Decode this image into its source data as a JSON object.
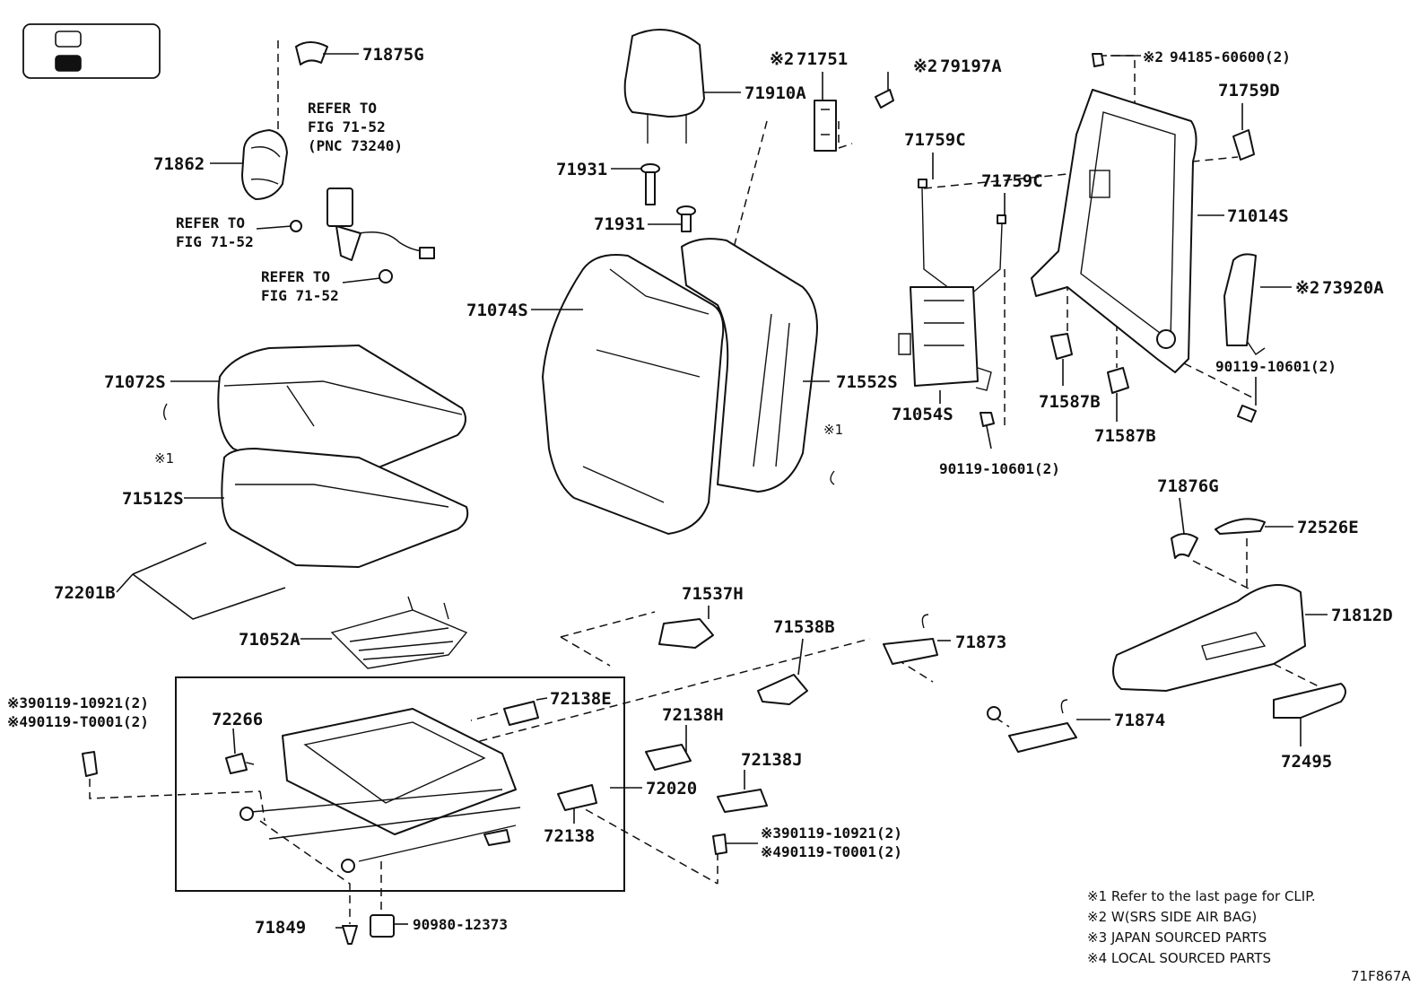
{
  "legend_box": {
    "marks": [
      "",
      ""
    ]
  },
  "labels": {
    "p71875G": "71875G",
    "p71862": "71862",
    "p71910A": "71910A",
    "p71751": "71751",
    "p71751_mark": "※2",
    "p79197A": "79197A",
    "p79197A_mark": "※2",
    "p94185": "94185-60600(2)",
    "p94185_mark": "※2",
    "p71759D": "71759D",
    "p71931a": "71931",
    "p71931b": "71931",
    "p71759Ca": "71759C",
    "p71759Cb": "71759C",
    "p71014S": "71014S",
    "p73920A": "73920A",
    "p73920A_mark": "※2",
    "p71074S": "71074S",
    "p71072S": "71072S",
    "p71552S": "71552S",
    "p90119_10601a": "90119-10601(2)",
    "p71054S": "71054S",
    "p71587Ba": "71587B",
    "p71587Bb": "71587B",
    "p90119_10601b": "90119-10601(2)",
    "p71512S": "71512S",
    "p71876G": "71876G",
    "p72526E": "72526E",
    "p72201B": "72201B",
    "p71537H": "71537H",
    "p71538B": "71538B",
    "p71873": "71873",
    "p71812D": "71812D",
    "p71052A": "71052A",
    "p72138E": "72138E",
    "p72266": "72266",
    "p72138H": "72138H",
    "p71874": "71874",
    "p72138J": "72138J",
    "p72020": "72020",
    "p72495": "72495",
    "p72138": "72138",
    "p71849": "71849",
    "p90980": "90980-12373",
    "star1_left": "※1",
    "star1_right": "※1",
    "left_bolt_1": "※390119-10921(2)",
    "left_bolt_2": "※490119-T0001(2)",
    "mid_bolt_1": "※390119-10921(2)",
    "mid_bolt_2": "※490119-T0001(2)"
  },
  "refer_to": {
    "belt_1": "REFER TO",
    "belt_2": "FIG 71-52",
    "belt_3": "(PNC 73240)",
    "nut_1": "REFER TO",
    "nut_2": "FIG 71-52",
    "anchor_1": "REFER TO",
    "anchor_2": "FIG 71-52"
  },
  "notes": [
    "※1  Refer to the last page for CLIP.",
    "※2  W(SRS SIDE AIR BAG)",
    "※3  JAPAN SOURCED PARTS",
    "※4  LOCAL SOURCED PARTS"
  ],
  "figure_code": "71F867A"
}
